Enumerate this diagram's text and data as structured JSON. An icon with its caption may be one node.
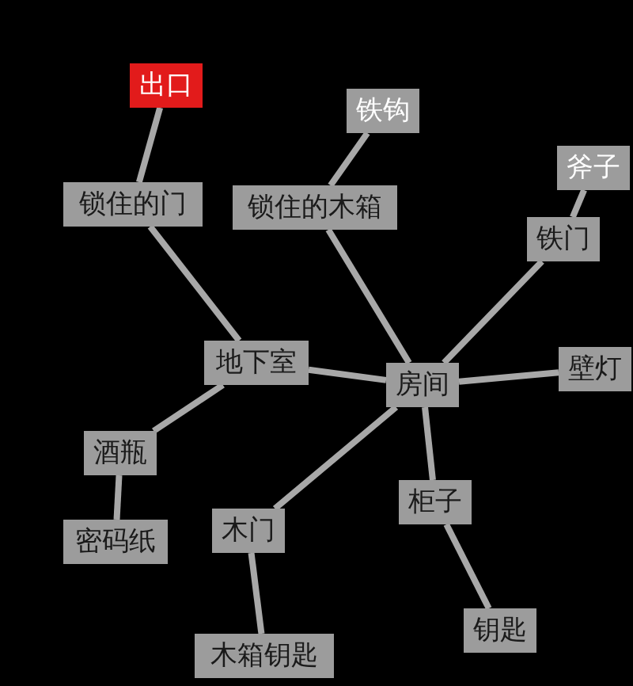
{
  "diagram": {
    "nodes": [
      {
        "text": [
          "出口"
        ]
      },
      {
        "text": [
          "锁住的门"
        ]
      },
      {
        "text": [
          "铁钩"
        ]
      },
      {
        "text": [
          "锁住的木箱"
        ]
      },
      {
        "text": [
          "斧子"
        ]
      },
      {
        "text": [
          "铁门"
        ]
      },
      {
        "text": [
          "地下室"
        ]
      },
      {
        "text": [
          "房间"
        ]
      },
      {
        "text": [
          "壁灯"
        ]
      },
      {
        "text": [
          "酒瓶"
        ]
      },
      {
        "text": [
          "柜子"
        ]
      },
      {
        "text": [
          "木门"
        ]
      },
      {
        "text": [
          "密码纸"
        ]
      },
      {
        "text": [
          "钥匙"
        ]
      },
      {
        "text": [
          "木箱钥匙"
        ]
      }
    ],
    "edges": [
      {
        "from": 0,
        "to": 1,
        "arrow": "none"
      },
      {
        "from": 1,
        "to": 6,
        "arrow": "none"
      },
      {
        "from": 2,
        "to": 3,
        "arrow": "none"
      },
      {
        "from": 3,
        "to": 7,
        "arrow": "none"
      },
      {
        "from": 4,
        "to": 5,
        "arrow": "none"
      },
      {
        "from": 5,
        "to": 7,
        "arrow": "none"
      },
      {
        "from": 6,
        "to": 7,
        "arrow": "none"
      },
      {
        "from": 7,
        "to": 8,
        "arrow": "none"
      },
      {
        "from": 6,
        "to": 9,
        "arrow": "none"
      },
      {
        "from": 9,
        "to": 12,
        "arrow": "none"
      },
      {
        "from": 7,
        "to": 11,
        "arrow": "none"
      },
      {
        "from": 11,
        "to": 14,
        "arrow": "none"
      },
      {
        "from": 7,
        "to": 10,
        "arrow": "none"
      },
      {
        "from": 10,
        "to": 13,
        "arrow": "none"
      }
    ]
  }
}
